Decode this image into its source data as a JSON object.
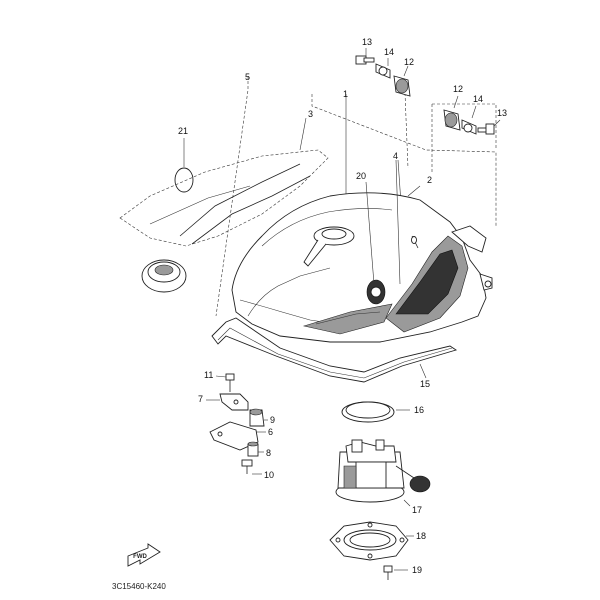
{
  "diagram": {
    "part_code": "3C15460-K240",
    "fwd_label": "FWD",
    "callouts": [
      "1",
      "2",
      "3",
      "4",
      "5",
      "6",
      "7",
      "8",
      "9",
      "10",
      "11",
      "12",
      "12",
      "13",
      "13",
      "14",
      "14",
      "15",
      "16",
      "17",
      "18",
      "19",
      "20",
      "21"
    ]
  }
}
